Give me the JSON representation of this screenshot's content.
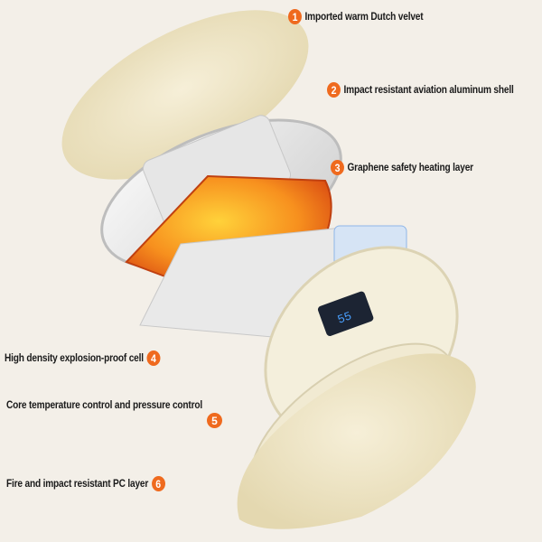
{
  "layers": [
    {
      "number": "1",
      "label": "Imported warm Dutch velvet"
    },
    {
      "number": "2",
      "label": "Impact resistant aviation aluminum shell"
    },
    {
      "number": "3",
      "label": "Graphene safety heating layer"
    },
    {
      "number": "4",
      "label": "High density explosion-proof cell"
    },
    {
      "number": "5",
      "label": "Core temperature control and pressure control"
    },
    {
      "number": "6",
      "label": "Fire and impact resistant PC layer"
    }
  ],
  "display_readout": "55",
  "colors": {
    "accent": "#ef6a1e",
    "velvet": "#efe6c8",
    "heater": "#f07a1c",
    "display": "#2a7bff"
  }
}
